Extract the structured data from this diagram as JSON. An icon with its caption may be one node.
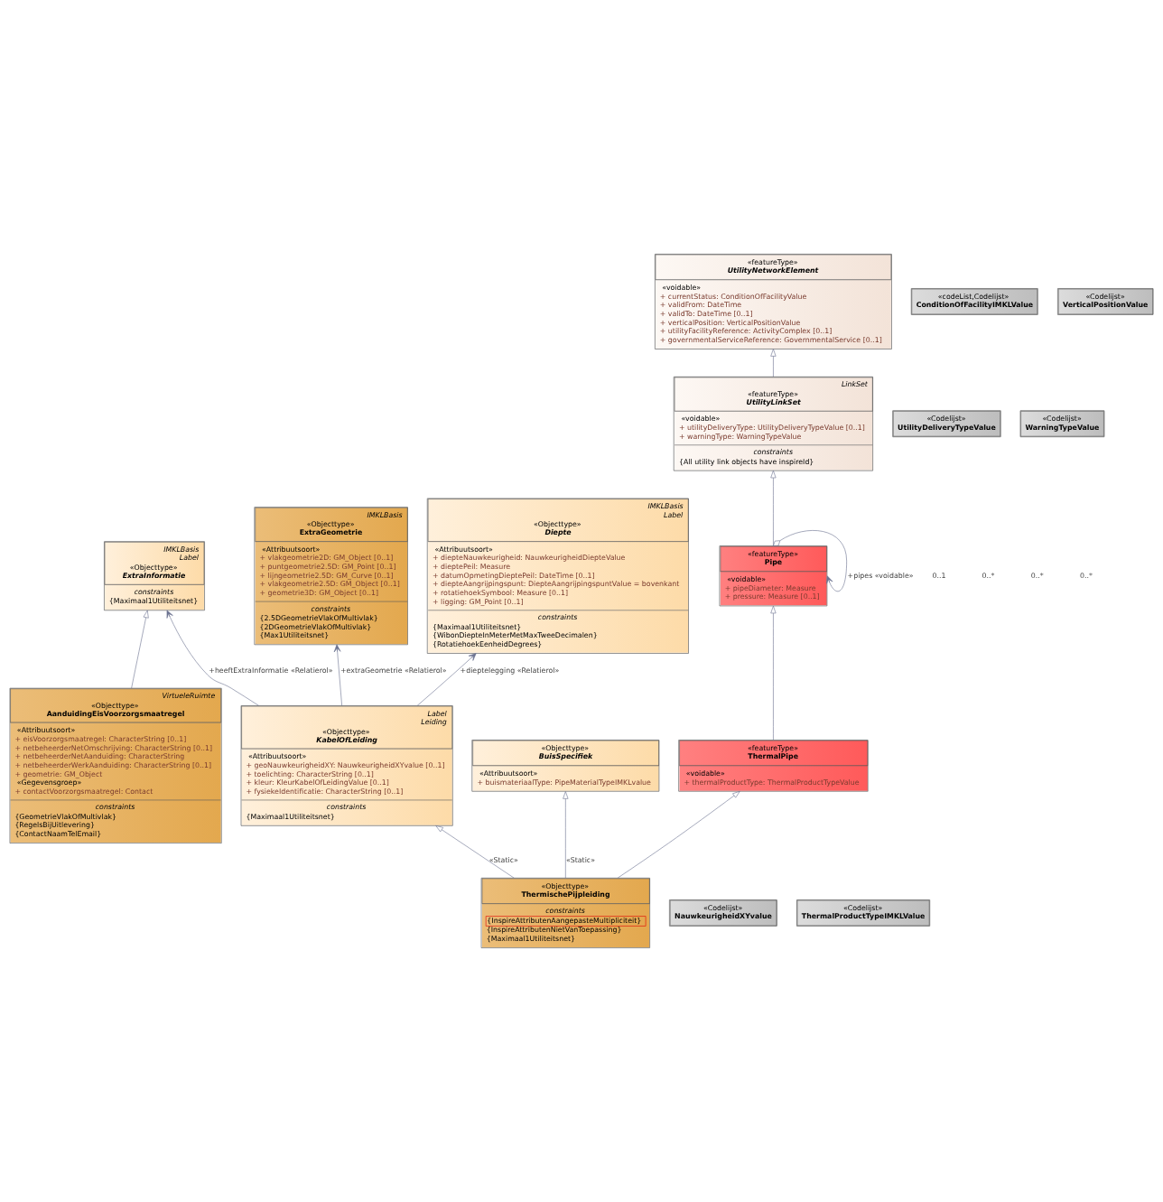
{
  "diagram": {
    "nodes": [
      {
        "text": [
          "IMKLBasis",
          "«Objecttype»",
          "ExtraGeometrie",
          "«Attribuutsoort»",
          "+ vlakgeometrie2D: GM_Object [0..1]",
          "+ puntgeometrie2.5D: GM_Point [0..1]",
          "+ lijngeometrie2.5D: GM_Curve [0..1]",
          "+ vlakgeometrie2.5D: GM_Object [0..1]",
          "+ geometrie3D: GM_Object [0..1]",
          "constraints",
          "{2.5DGeometrieVlakOfMultivlak}",
          "{2DGeometrieVlakOfMultivlak}",
          "{Max1Utiliteitsnet}"
        ]
      },
      {
        "text": [
          "VirtueleRuimte",
          "«Objecttype»",
          "AanduidingEisVoorzorgsmaatregel",
          "«Attribuutsoort»",
          "+ eisVoorzorgsmaatregel: CharacterString [0..1]",
          "+ netbeheerderNetOmschrijving: CharacterString [0..1]",
          "+ netbeheerderNetAanduiding: CharacterString",
          "+ netbeheerderWerkAanduiding: CharacterString [0..1]",
          "+ geometrie: GM_Object",
          "«Gegevensgroep»",
          "+ contactVoorzorgsmaatregel: Contact",
          "constraints",
          "{GeometrieVlakOfMultivlak}",
          "{RegelsBijUitlevering}",
          "{ContactNaamTelEmail}"
        ]
      },
      {
        "text": [
          "IMKLBasis",
          "Label",
          "«Objecttype»",
          "ExtraInformatie",
          "constraints",
          "{Maximaal1Utiliteitsnet}"
        ]
      },
      {
        "text": [
          "Label",
          "Leiding",
          "«Objecttype»",
          "KabelOfLeiding",
          "«Attribuutsoort»",
          "+ geoNauwkeurigheidXY: NauwkeurigheidXYvalue [0..1]",
          "+ toelichting: CharacterString [0..1]",
          "+ kleur: KleurKabelOfLeidingValue [0..1]",
          "+ fysiekeIdentificatie: CharacterString [0..1]",
          "constraints",
          "{Maximaal1Utiliteitsnet}"
        ]
      },
      {
        "text": [
          "IMKLBasis",
          "Label",
          "«Objecttype»",
          "Diepte",
          "«Attribuutsoort»",
          "+ diepteNauwkeurigheid: NauwkeurigheidDiepteValue",
          "+ dieptePeil: Measure",
          "+ datumOpmetingDieptePeil: DateTime [0..1]",
          "+ diepteAangrijpingspunt: DiepteAangrijpingspuntValue = bovenkant",
          "+ rotatiehoekSymbool: Measure [0..1]",
          "+ ligging: GM_Point [0..1]",
          "constraints",
          "{Maximaal1Utiliteitsnet}",
          "{WibonDiepteInMeterMetMaxTweeDecimalen}",
          "{RotatiehoekEenheidDegrees}"
        ]
      },
      {
        "text": [
          "«Codelijst»",
          "NauwkeurigheidXYvalue"
        ]
      },
      {
        "text": [
          "«Objecttype»",
          "BuisSpecifiek",
          "«Attribuutsoort»",
          "+ buismateriaalType: PipeMaterialTypeIMKLvalue"
        ]
      },
      {
        "text": [
          "«Objecttype»",
          "ThermischePijpleiding",
          "constraints",
          "{InspireAttributenAangepasteMultipliciteit}",
          "{InspireAttributenNietVanToepassing}",
          "{Maximaal1Utiliteitsnet}"
        ]
      },
      {
        "text": [
          "«Codelijst»",
          "UtilityDeliveryTypeValue"
        ]
      },
      {
        "text": [
          "«Codelijst»",
          "WarningTypeValue"
        ]
      },
      {
        "text": [
          "«featureType»",
          "ThermalPipe",
          "«voidable»",
          "+ thermalProductType: ThermalProductTypeValue"
        ]
      },
      {
        "text": [
          "«featureType»",
          "Pipe",
          "«voidable»",
          "+ pipeDiameter: Measure",
          "+ pressure: Measure [0..1]"
        ]
      },
      {
        "text": [
          "LinkSet",
          "«featureType»",
          "UtilityLinkSet",
          "«voidable»",
          "+ utilityDeliveryType: UtilityDeliveryTypeValue [0..1]",
          "+ warningType: WarningTypeValue",
          "constraints",
          "{All utility link objects have inspireId}"
        ]
      },
      {
        "text": [
          "«Codelijst»",
          "ThermalProductTypeIMKLValue"
        ]
      },
      {
        "text": [
          "«codeList,Codelijst»",
          "ConditionOfFacilityIMKLValue"
        ]
      },
      {
        "text": [
          "«Codelijst»",
          "VerticalPositionValue"
        ]
      },
      {
        "text": [
          "«featureType»",
          "UtilityNetworkElement",
          "«voidable»",
          "+ currentStatus: ConditionOfFacilityValue",
          "+ validFrom: DateTime",
          "+ validTo: DateTime [0..1]",
          "+ verticalPosition: VerticalPositionValue",
          "+ utilityFacilityReference: ActivityComplex [0..1]",
          "+ governmentalServiceReference: GovernmentalService [0..1]"
        ]
      }
    ],
    "edges": [
      {
        "from": 3,
        "to": 0,
        "arrow": "to",
        "label": "+extraGeometrie «Relatierol»"
      },
      {
        "from": 3,
        "to": 2,
        "arrow": "to",
        "label": "+heeftExtraInformatie «Relatierol»"
      },
      {
        "from": 1,
        "to": 2,
        "arrow": "to"
      },
      {
        "from": 3,
        "to": 4,
        "arrow": "to",
        "label": "+dieptelegging «Relatierol»"
      },
      {
        "from": 7,
        "to": 3,
        "arrow": "to",
        "label": "«Static»"
      },
      {
        "from": 7,
        "to": 6,
        "arrow": "to",
        "label": "«Static»"
      },
      {
        "from": 7,
        "to": 10,
        "arrow": "to"
      },
      {
        "from": 10,
        "to": 11,
        "arrow": "to"
      },
      {
        "from": 11,
        "to": 12,
        "arrow": "to"
      },
      {
        "from": 12,
        "to": 16,
        "arrow": "to"
      },
      {
        "from": 11,
        "to": 11,
        "arrow": "to",
        "label": "+pipes «voidable»"
      }
    ],
    "labels": [
      "0..1",
      "0..*",
      "0..*",
      "0..*"
    ]
  }
}
